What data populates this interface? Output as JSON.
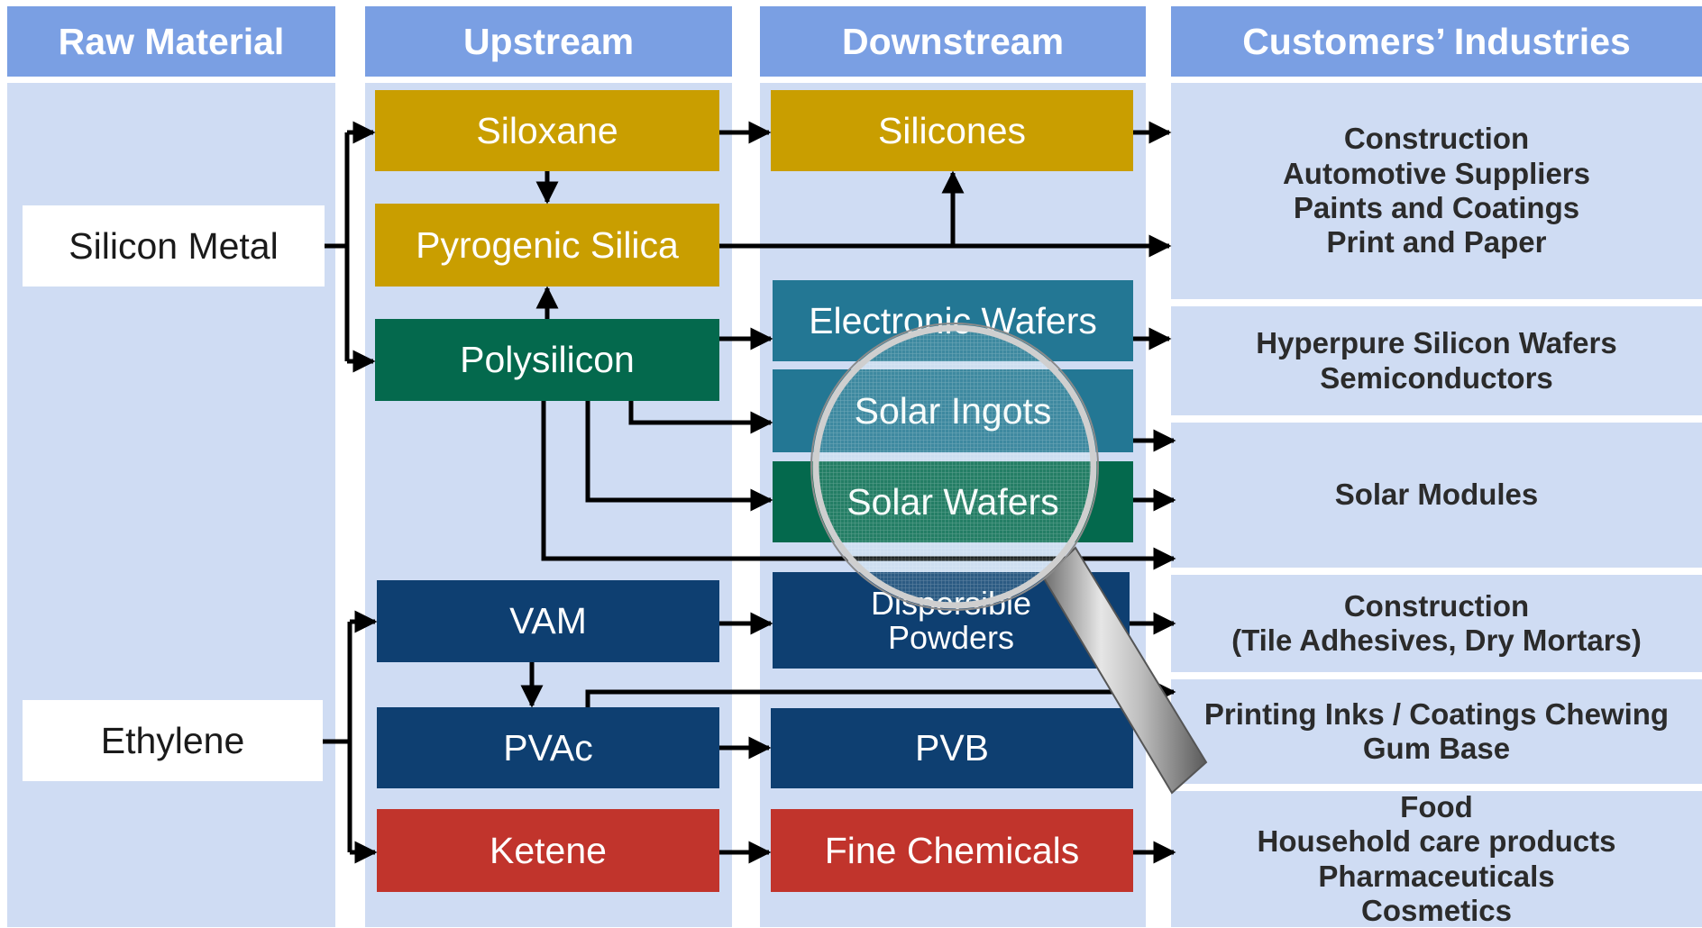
{
  "headers": {
    "raw_material": "Raw Material",
    "upstream": "Upstream",
    "downstream": "Downstream",
    "customers": "Customers’ Industries"
  },
  "raw_materials": {
    "silicon_metal": "Silicon Metal",
    "ethylene": "Ethylene"
  },
  "upstream": {
    "siloxane": "Siloxane",
    "pyrogenic_silica": "Pyrogenic Silica",
    "polysilicon": "Polysilicon",
    "vam": "VAM",
    "pvac": "PVAc",
    "ketene": "Ketene"
  },
  "downstream": {
    "silicones": "Silicones",
    "electronic_wafers": "Electronic Wafers",
    "solar_ingots": "Solar Ingots",
    "solar_wafers": "Solar Wafers",
    "dispersible_1": "Dispersible",
    "dispersible_2": "Powders",
    "pvb": "PVB",
    "fine_chemicals": "Fine Chemicals"
  },
  "customers": {
    "group1": [
      "Construction",
      "Automotive Suppliers",
      "Paints and Coatings",
      "Print and Paper"
    ],
    "group2": [
      "Hyperpure Silicon Wafers",
      "Semiconductors"
    ],
    "group3": [
      "Solar Modules"
    ],
    "group4": [
      "Construction",
      "(Tile Adhesives, Dry Mortars)"
    ],
    "group5": [
      "Printing Inks / Coatings Chewing",
      "Gum Base"
    ],
    "group6": [
      "Food",
      "Household care products",
      "Pharmaceuticals",
      "Cosmetics"
    ]
  },
  "colors": {
    "header": "#7a9fe3",
    "column": "#cfdcf3",
    "gold": "#c99e00",
    "green": "#04694d",
    "teal": "#237794",
    "navy": "#0e3f71",
    "red": "#c1342c"
  },
  "icons": {
    "magnifier": "magnifying-glass-icon"
  }
}
